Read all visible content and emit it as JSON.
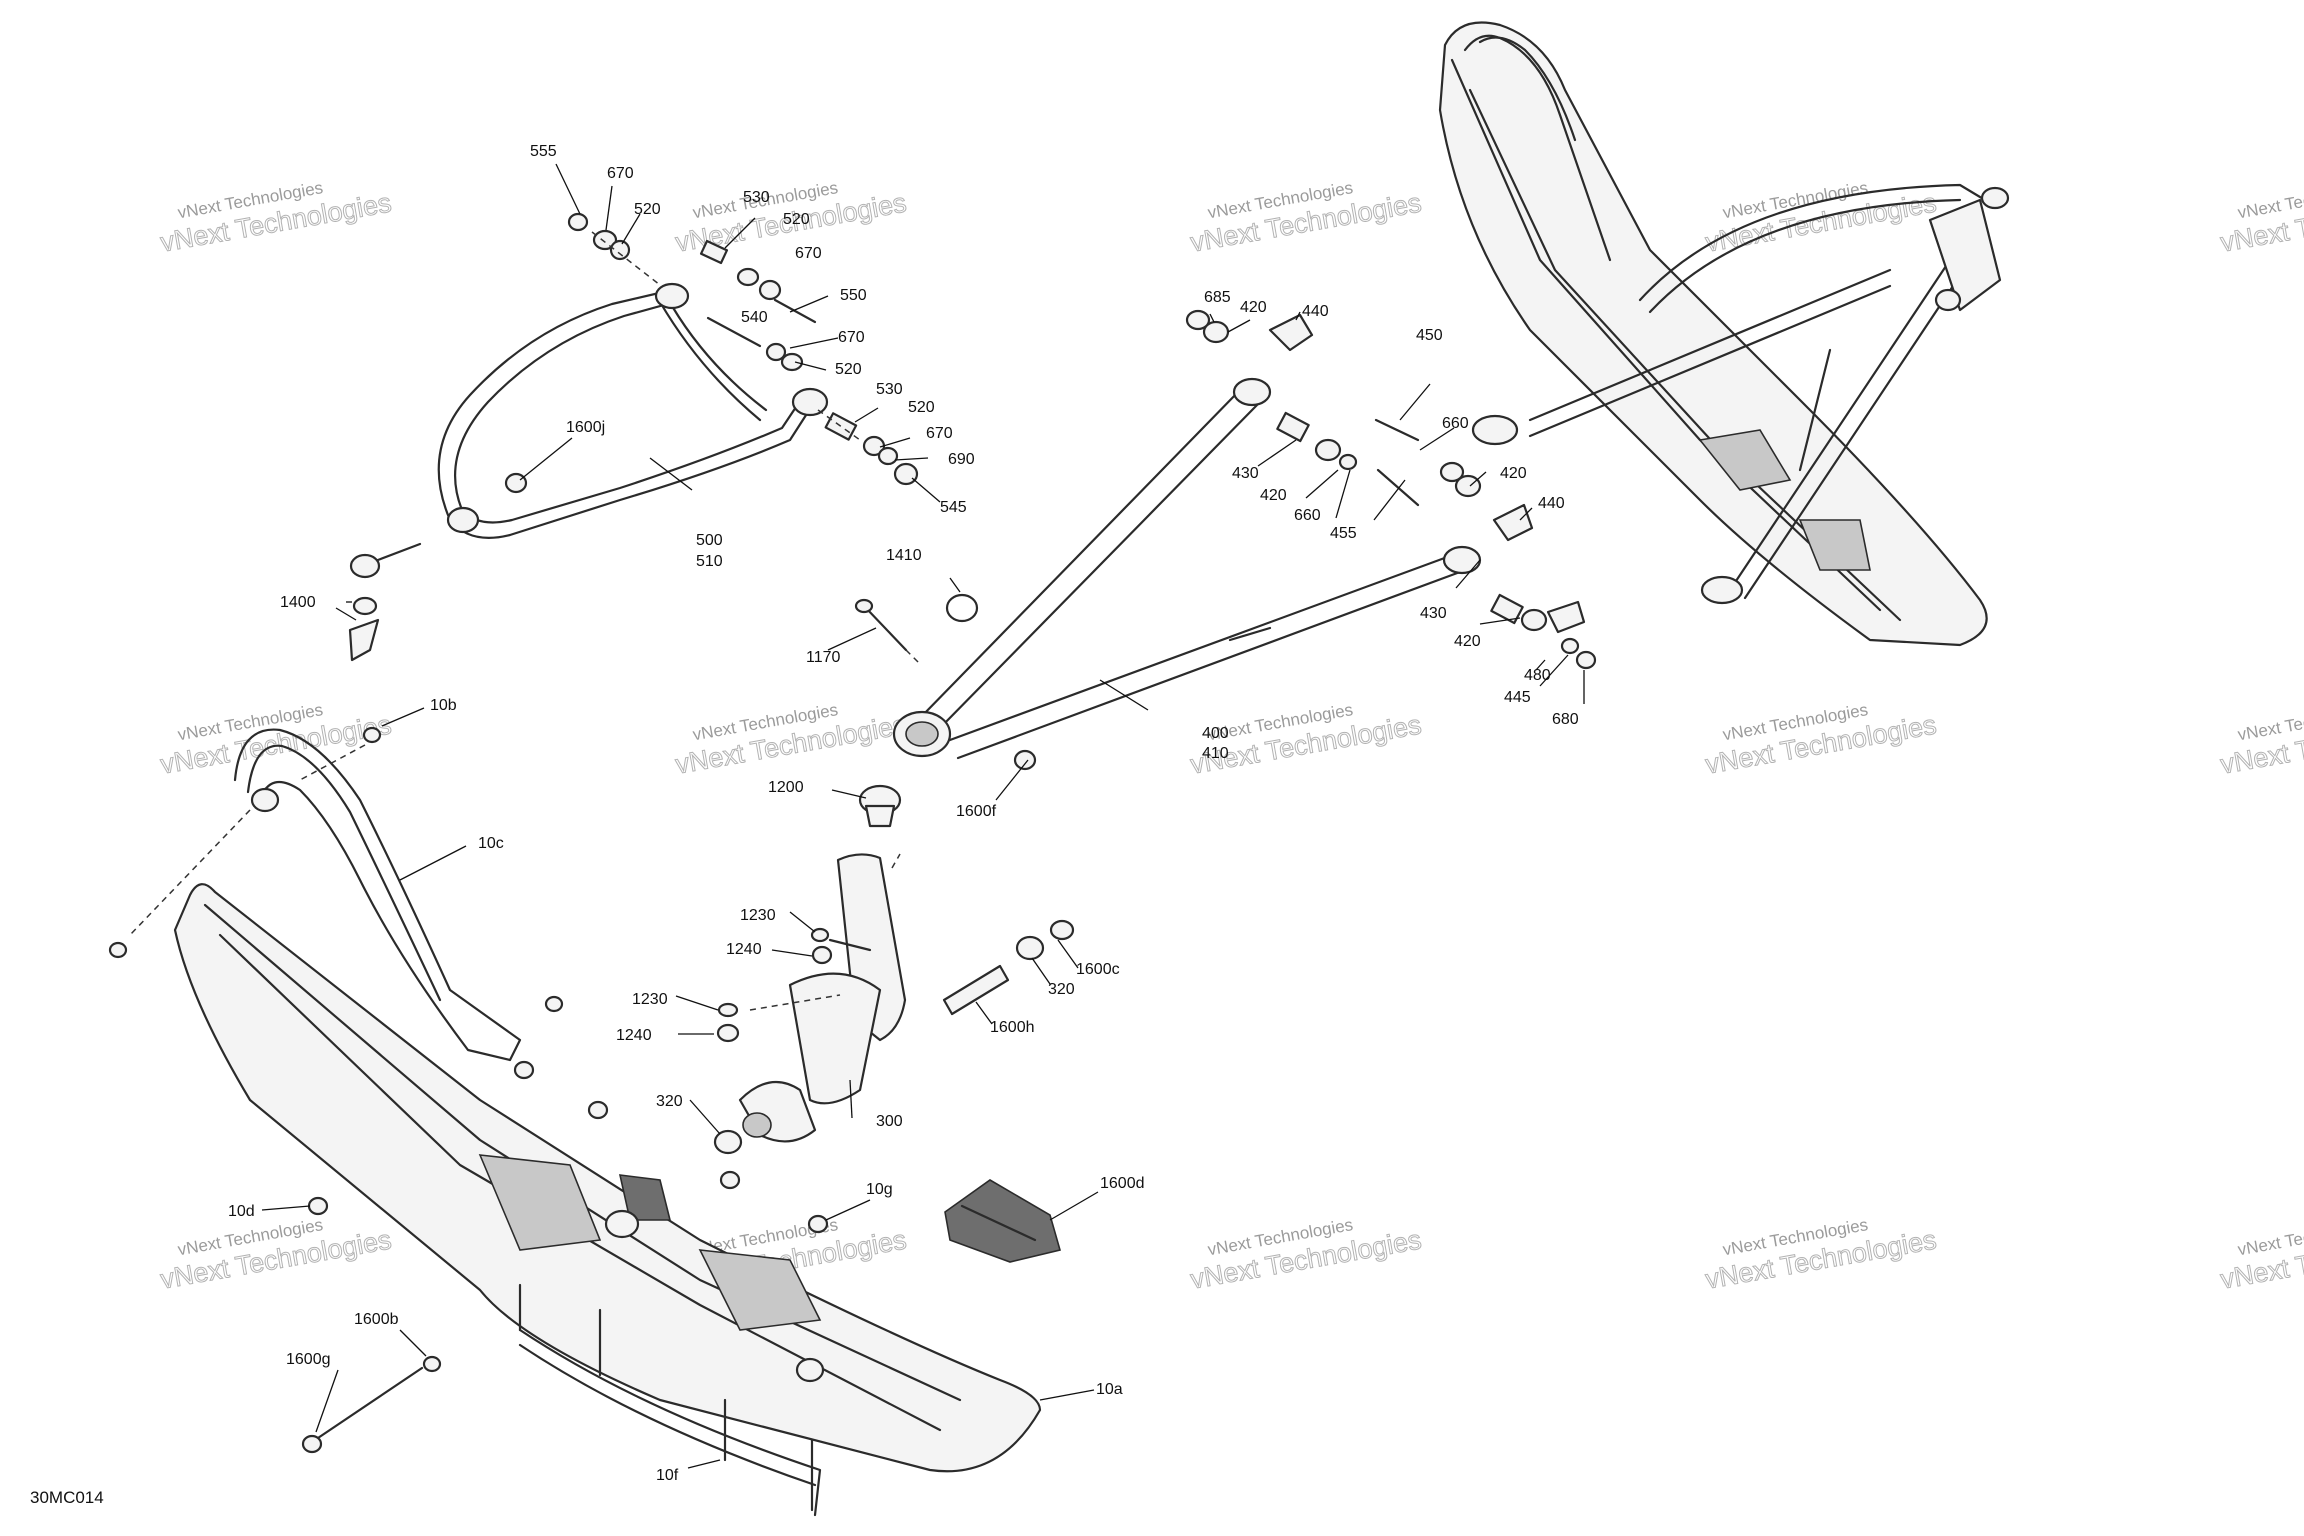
{
  "figure_code": "30MC014",
  "watermark": {
    "line1": "vNext Technologies",
    "line2": "vNext Technologies"
  },
  "callouts": [
    {
      "id": "555",
      "text": "555"
    },
    {
      "id": "670a",
      "text": "670"
    },
    {
      "id": "520a",
      "text": "520"
    },
    {
      "id": "530a",
      "text": "530"
    },
    {
      "id": "520b",
      "text": "520"
    },
    {
      "id": "670b",
      "text": "670"
    },
    {
      "id": "550",
      "text": "550"
    },
    {
      "id": "540",
      "text": "540"
    },
    {
      "id": "670c",
      "text": "670"
    },
    {
      "id": "520c",
      "text": "520"
    },
    {
      "id": "530b",
      "text": "530"
    },
    {
      "id": "520d",
      "text": "520"
    },
    {
      "id": "670d",
      "text": "670"
    },
    {
      "id": "690",
      "text": "690"
    },
    {
      "id": "545",
      "text": "545"
    },
    {
      "id": "1600j",
      "text": "1600j"
    },
    {
      "id": "500",
      "text": "500"
    },
    {
      "id": "510",
      "text": "510"
    },
    {
      "id": "1400",
      "text": "1400"
    },
    {
      "id": "685",
      "text": "685"
    },
    {
      "id": "420a",
      "text": "420"
    },
    {
      "id": "440a",
      "text": "440"
    },
    {
      "id": "450",
      "text": "450"
    },
    {
      "id": "660a",
      "text": "660"
    },
    {
      "id": "420b",
      "text": "420"
    },
    {
      "id": "430a",
      "text": "430"
    },
    {
      "id": "420c",
      "text": "420"
    },
    {
      "id": "660b",
      "text": "660"
    },
    {
      "id": "455",
      "text": "455"
    },
    {
      "id": "440b",
      "text": "440"
    },
    {
      "id": "430b",
      "text": "430"
    },
    {
      "id": "420d",
      "text": "420"
    },
    {
      "id": "480",
      "text": "480"
    },
    {
      "id": "445",
      "text": "445"
    },
    {
      "id": "680",
      "text": "680"
    },
    {
      "id": "1410",
      "text": "1410"
    },
    {
      "id": "1170",
      "text": "1170"
    },
    {
      "id": "400",
      "text": "400"
    },
    {
      "id": "410",
      "text": "410"
    },
    {
      "id": "1200",
      "text": "1200"
    },
    {
      "id": "1600f",
      "text": "1600f"
    },
    {
      "id": "10b",
      "text": "10b"
    },
    {
      "id": "10c",
      "text": "10c"
    },
    {
      "id": "1230a",
      "text": "1230"
    },
    {
      "id": "1240a",
      "text": "1240"
    },
    {
      "id": "1230b",
      "text": "1230"
    },
    {
      "id": "1240b",
      "text": "1240"
    },
    {
      "id": "1600c",
      "text": "1600c"
    },
    {
      "id": "320a",
      "text": "320"
    },
    {
      "id": "1600h",
      "text": "1600h"
    },
    {
      "id": "320b",
      "text": "320"
    },
    {
      "id": "300",
      "text": "300"
    },
    {
      "id": "10d",
      "text": "10d"
    },
    {
      "id": "10g",
      "text": "10g"
    },
    {
      "id": "1600d",
      "text": "1600d"
    },
    {
      "id": "1600b",
      "text": "1600b"
    },
    {
      "id": "1600g",
      "text": "1600g"
    },
    {
      "id": "10a",
      "text": "10a"
    },
    {
      "id": "10f",
      "text": "10f"
    }
  ]
}
